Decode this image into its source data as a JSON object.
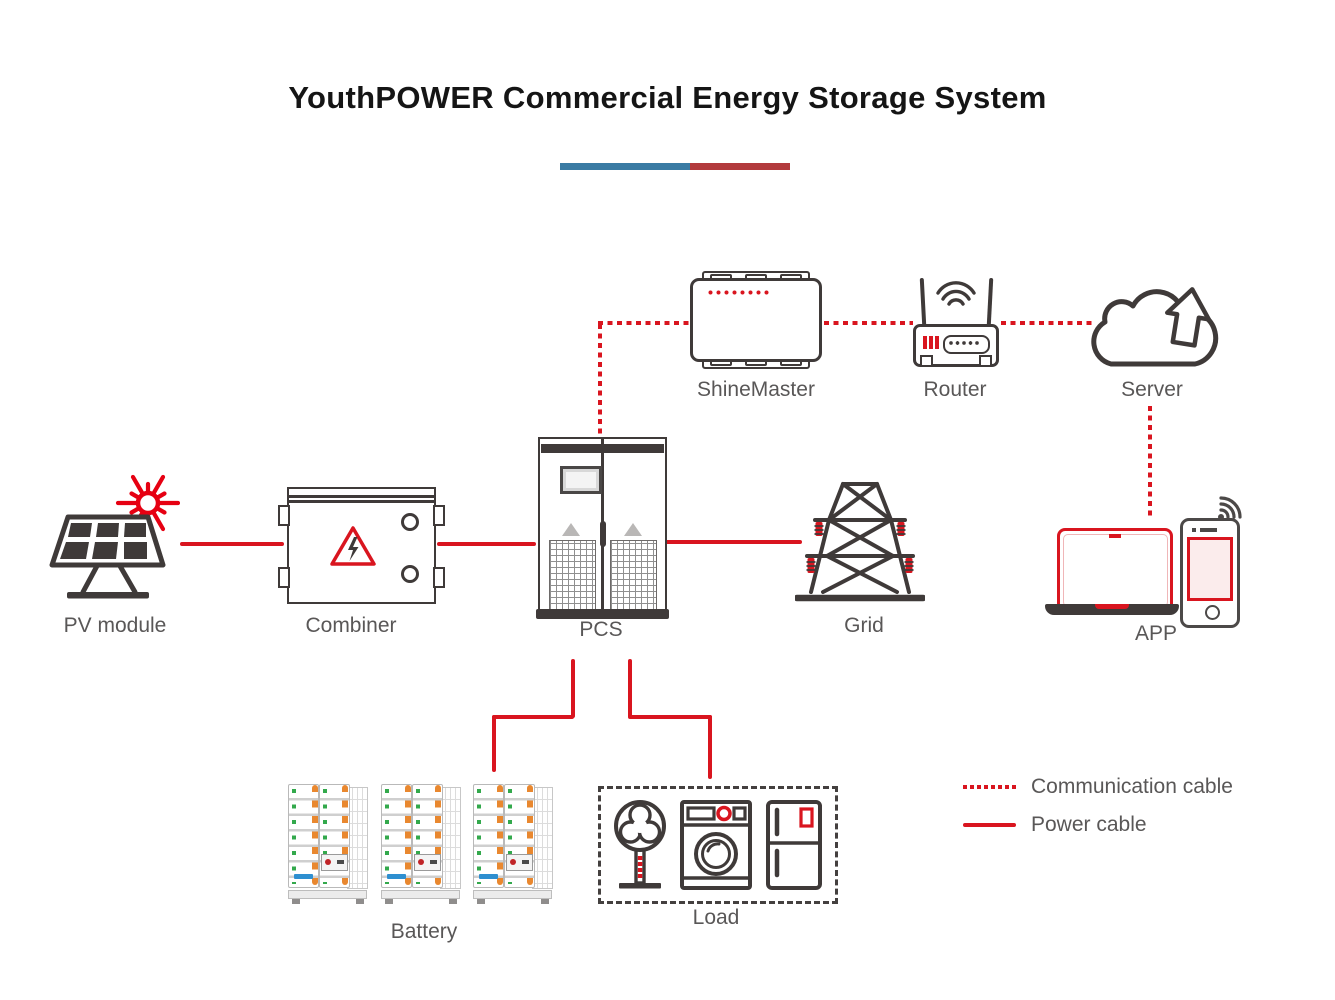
{
  "title": "YouthPOWER Commercial Energy Storage System",
  "nodes": {
    "shinemaster": "ShineMaster",
    "router": "Router",
    "server": "Server",
    "pv_module": "PV module",
    "combiner": "Combiner",
    "pcs": "PCS",
    "grid": "Grid",
    "app": "APP",
    "battery": "Battery",
    "load": "Load"
  },
  "legend": [
    {
      "style": "dashed",
      "label": "Communication cable"
    },
    {
      "style": "solid",
      "label": "Power cable"
    }
  ],
  "colors": {
    "cable_red": "#d9151f",
    "sun_red": "#e60012",
    "outline_dark": "#3f3a39",
    "label_gray": "#595757",
    "divider_blue": "#3a7ba3",
    "divider_red": "#b23a3c",
    "battery_connector_orange": "#e9882f",
    "battery_led_green": "#33a94c"
  }
}
